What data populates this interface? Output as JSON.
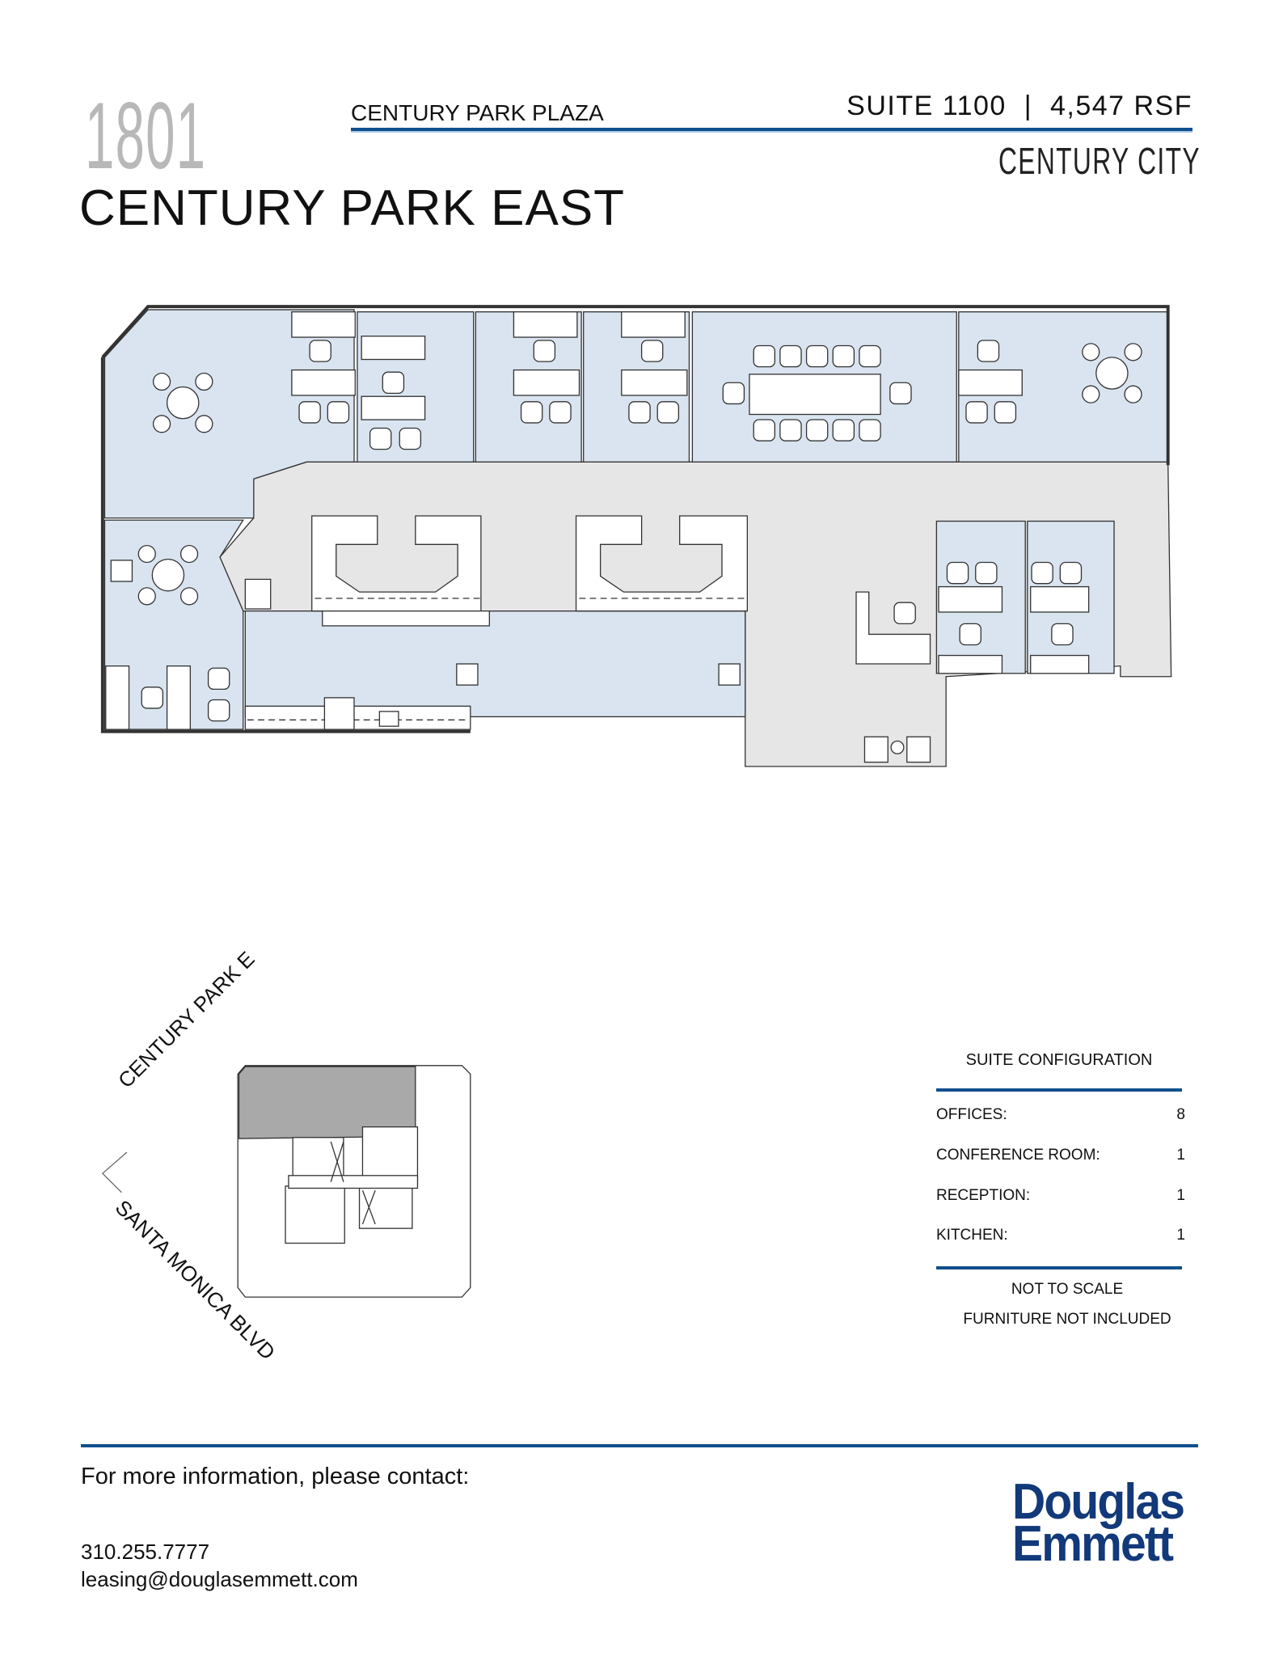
{
  "header": {
    "building_number": "1801",
    "building_name": "CENTURY PARK PLAZA",
    "street": "CENTURY PARK EAST",
    "suite_info": "SUITE 1100  |  4,547 RSF",
    "city": "CENTURY CITY",
    "accent_color": "#104f8c"
  },
  "floor_plan": {
    "colors": {
      "office": "#d9e4f0",
      "common": "#e6e6e6",
      "wall": "#333333"
    }
  },
  "key_plan": {
    "streets": [
      "CENTURY PARK E",
      "SANTA MONICA BLVD"
    ],
    "highlight_color": "#a9a9a9"
  },
  "suite_configuration": {
    "title": "SUITE CONFIGURATION",
    "rows": [
      {
        "label": "OFFICES:",
        "value": "8"
      },
      {
        "label": "CONFERENCE ROOM:",
        "value": "1"
      },
      {
        "label": "RECEPTION:",
        "value": "1"
      },
      {
        "label": "KITCHEN:",
        "value": "1"
      }
    ],
    "notes": [
      "NOT TO SCALE",
      "FURNITURE NOT INCLUDED"
    ]
  },
  "footer": {
    "contact_prompt": "For more information, please contact:",
    "phone": "310.255.7777",
    "email": "leasing@douglasemmett.com",
    "logo_line1": "Douglas",
    "logo_line2": "Emmett",
    "logo_color": "#12397a"
  }
}
